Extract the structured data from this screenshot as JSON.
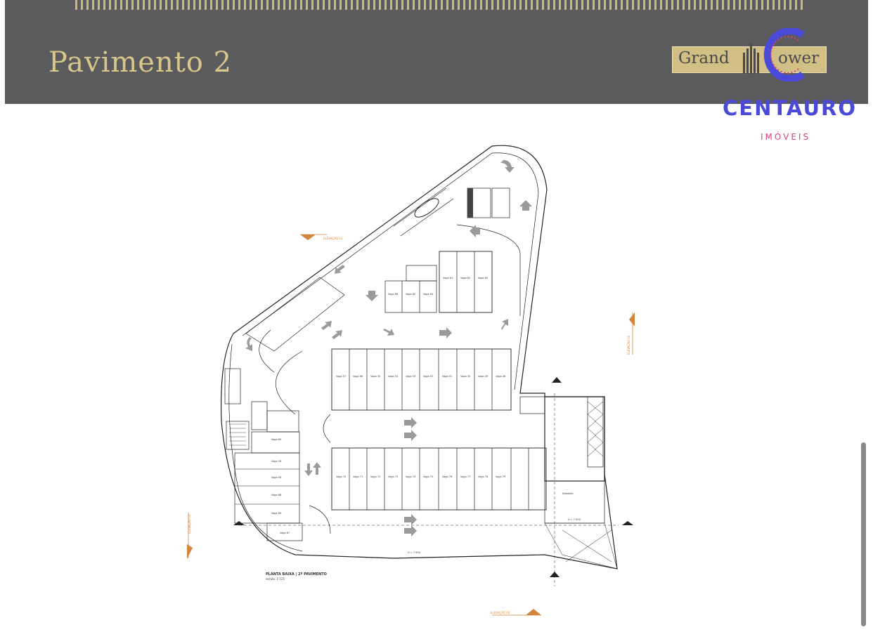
{
  "header": {
    "title": "Pavimento 2",
    "logo_left": "Grand",
    "logo_right": "ower"
  },
  "brand": {
    "name": "CENTAURO",
    "subtitle": "IMÓVEIS",
    "color": "#4b4ad8",
    "accent": "#e0407f"
  },
  "plan": {
    "caption": "PLANTA BAIXA | 2º PAVIMENTO",
    "caption_scale": "escala: 1:125",
    "top_stalls": [
      "Vaga 61",
      "Vaga 62",
      "Vaga 63"
    ],
    "moto_stalls": [
      "Vaga 66",
      "Vaga 65",
      "Vaga 64"
    ],
    "row1": [
      "Vaga 57",
      "Vaga 56",
      "Vaga 55",
      "Vaga 54",
      "Vaga 53",
      "Vaga 52",
      "Vaga 51",
      "Vaga 50",
      "Vaga 49",
      "Vaga 48"
    ],
    "row2": [
      "Vaga 70",
      "Vaga 71",
      "Vaga 72",
      "Vaga 73",
      "Vaga 74",
      "Vaga 75",
      "Vaga 76",
      "Vaga 77",
      "Vaga 78",
      "Vaga 79"
    ],
    "left_stalls": [
      "Vaga 60",
      "Vaga 59",
      "Vaga 58",
      "Vaga 68",
      "Vaga 69",
      "Vaga 67"
    ],
    "elev_labels": [
      "ELEVAÇÃO 01",
      "ELEVAÇÃO 02",
      "ELEVAÇÃO 03",
      "ELEVAÇÃO 04"
    ],
    "deposito": "Depósito",
    "level": "H = 7.900"
  }
}
